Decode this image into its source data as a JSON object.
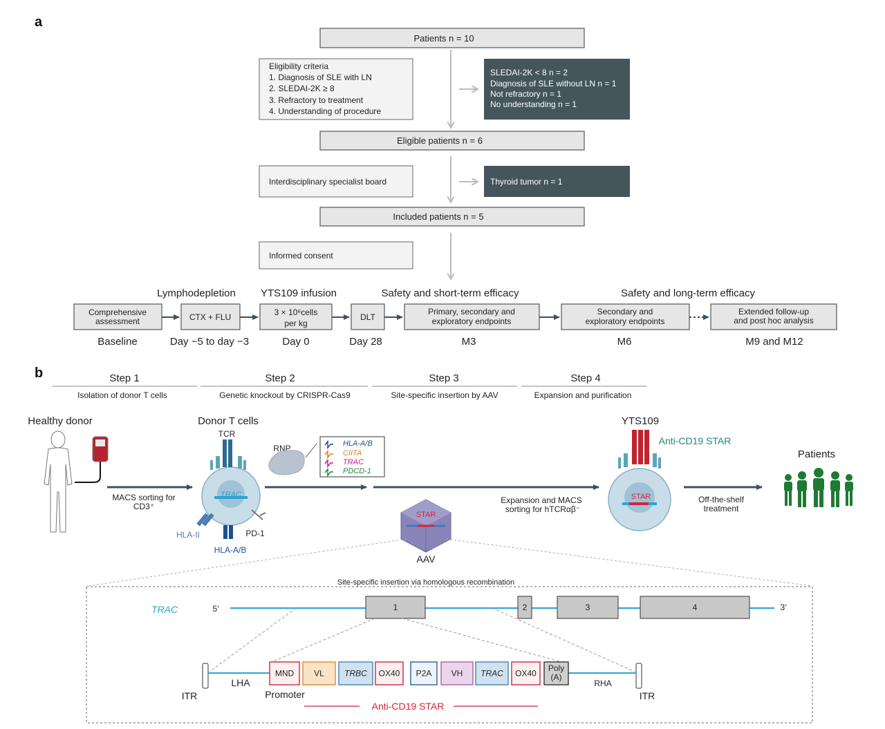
{
  "panel_a": {
    "label": "a",
    "patients": "Patients n = 10",
    "eligibility": {
      "title": "Eligibility criteria",
      "items": [
        "1. Diagnosis of SLE with LN",
        "2. SLEDAI-2K ≥ 8",
        "3. Refractory to treatment",
        "4. Understanding of procedure"
      ]
    },
    "exclusions_1": [
      "SLEDAI-2K < 8 n = 2",
      "Diagnosis of SLE without LN n = 1",
      "Not refractory n = 1",
      "No understanding n = 1"
    ],
    "eligible": "Eligible patients n = 6",
    "board": "Interdisciplinary specialist board",
    "exclusion_2": "Thyroid tumor n = 1",
    "included": "Included patients n = 5",
    "consent": "Informed consent",
    "timeline": {
      "headers": [
        "Lymphodepletion",
        "YTS109 infusion",
        "Safety and short-term efficacy",
        "Safety and long-term efficacy"
      ],
      "boxes": [
        [
          "Comprehensive",
          "assessment"
        ],
        [
          "CTX + FLU"
        ],
        [
          "3 × 10⁶cells",
          "per kg"
        ],
        [
          "DLT"
        ],
        [
          "Primary, secondary and",
          "exploratory endpoints"
        ],
        [
          "Secondary and",
          "exploratory endpoints"
        ],
        [
          "Extended follow-up",
          "and post hoc analysis"
        ]
      ],
      "times": [
        "Baseline",
        "Day −5 to day −3",
        "Day 0",
        "Day 28",
        "M3",
        "M6",
        "M9 and M12"
      ]
    }
  },
  "panel_b": {
    "label": "b",
    "steps": [
      {
        "title": "Step 1",
        "desc": "Isolation of donor T cells"
      },
      {
        "title": "Step 2",
        "desc": "Genetic knockout by CRISPR-Cas9"
      },
      {
        "title": "Step 3",
        "desc": "Site-specific insertion by AAV"
      },
      {
        "title": "Step 4",
        "desc": "Expansion and purification"
      }
    ],
    "healthy_donor": "Healthy donor",
    "macs1": [
      "MACS sorting for",
      "CD3⁺"
    ],
    "donor_t_cells": "Donor T cells",
    "tcr": "TCR",
    "trac_in_cell": "TRAC",
    "hla2": "HLA-II",
    "hlaab": "HLA-A/B",
    "pd1": "PD-1",
    "rnp": "RNP",
    "rnp_targets": [
      {
        "name": "HLA-A/B",
        "color": "#1d4f91"
      },
      {
        "name": "CIITA",
        "color": "#e87722"
      },
      {
        "name": "TRAC",
        "color": "#d0198a"
      },
      {
        "name": "PDCD-1",
        "color": "#1a8a3a"
      }
    ],
    "aav": "AAV",
    "star_aav": "STAR",
    "expansion": [
      "Expansion and MACS",
      "sorting for hTCRαβ⁻"
    ],
    "yts109": "YTS109",
    "anti_cd19_star": "Anti-CD19 STAR",
    "star_cell": "STAR",
    "off_shelf": [
      "Off-the-shelf",
      "treatment"
    ],
    "patients": "Patients",
    "inset": {
      "title": "Site-specific insertion via homologous recombination",
      "trac": "TRAC",
      "five": "5′",
      "three": "3′",
      "exons": [
        "1",
        "2",
        "3",
        "4"
      ],
      "itr": "ITR",
      "lha": "LHA",
      "rha": "RHA",
      "promoter": "Promoter",
      "cassette": [
        {
          "label": "MND",
          "fill": "#fdf0f0",
          "stroke": "#d4233a",
          "italic": false
        },
        {
          "label": "VL",
          "fill": "#fbe3c8",
          "stroke": "#e08a2c",
          "italic": false
        },
        {
          "label": "TRBC",
          "fill": "#cfe2ef",
          "stroke": "#4a7fb0",
          "italic": true
        },
        {
          "label": "OX40",
          "fill": "#fdf0f0",
          "stroke": "#d4233a",
          "italic": false
        },
        {
          "label": "P2A",
          "fill": "#eef3fa",
          "stroke": "#2d5a9a",
          "italic": false
        },
        {
          "label": "VH",
          "fill": "#ecd5ea",
          "stroke": "#b05aa8",
          "italic": false
        },
        {
          "label": "TRAC",
          "fill": "#cfe2ef",
          "stroke": "#4a7fb0",
          "italic": true
        },
        {
          "label": "OX40",
          "fill": "#fdf0f0",
          "stroke": "#d4233a",
          "italic": false
        },
        {
          "label": "Poly\n(A)",
          "fill": "#cfcfcf",
          "stroke": "#333333",
          "italic": false
        }
      ],
      "star_label": "Anti-CD19 STAR"
    }
  },
  "colors": {
    "dark_box": "#45555c",
    "teal_text": "#1a8a7a",
    "trac_blue": "#29a3d4",
    "star_red": "#d4233a",
    "patients_green": "#1f7a34",
    "cell_fill": "#c8dde8"
  }
}
